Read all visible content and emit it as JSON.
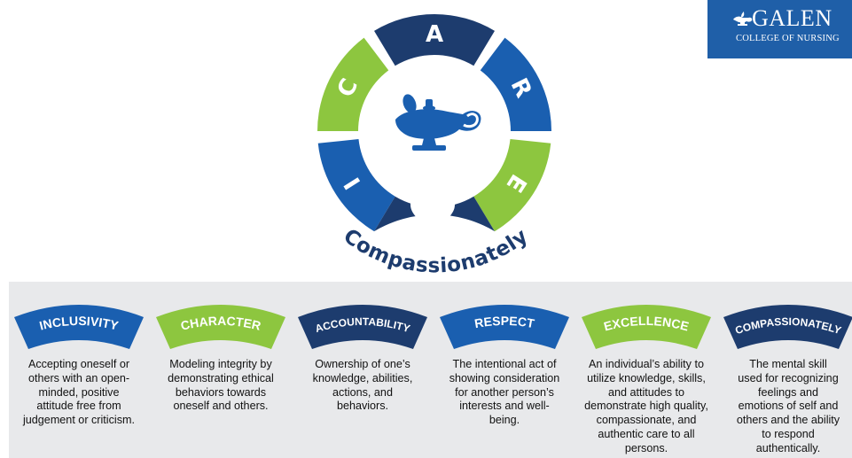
{
  "logo": {
    "name": "GALEN",
    "subtitle": "COLLEGE OF NURSING"
  },
  "wheel": {
    "letters": [
      "A",
      "R",
      "E",
      "I",
      "C"
    ],
    "arc_text": "Compassionately"
  },
  "values": [
    {
      "title": "INCLUSIVITY",
      "color": "#1a5fb0",
      "description": [
        "Accepting oneself or",
        "others with an open-",
        "minded, positive",
        "attitude free from",
        "judgement or criticism."
      ]
    },
    {
      "title": "CHARACTER",
      "color": "#8dc63f",
      "description": [
        "Modeling integrity by",
        "demonstrating ethical",
        "behaviors towards",
        "oneself and others."
      ]
    },
    {
      "title": "ACCOUNTABILITY",
      "color": "#1d3c6e",
      "description": [
        "Ownership of one’s",
        "knowledge, abilities,",
        "actions, and",
        "behaviors."
      ]
    },
    {
      "title": "RESPECT",
      "color": "#1a5fb0",
      "description": [
        "The intentional act of",
        "showing consideration",
        "for another person’s",
        "interests and well-",
        "being."
      ]
    },
    {
      "title": "EXCELLENCE",
      "color": "#8dc63f",
      "description": [
        "An individual’s ability to",
        "utilize knowledge, skills,",
        "and attitudes to",
        "demonstrate high quality,",
        "compassionate, and",
        "authentic care to all",
        "persons."
      ]
    },
    {
      "title": "COMPASSIONATELY",
      "color": "#1d3c6e",
      "description": [
        "The mental skill",
        "used for recognizing",
        "feelings and",
        "emotions of self and",
        "others and the ability",
        "to respond",
        "authentically."
      ]
    }
  ],
  "colors": {
    "navy": "#1d3c6e",
    "blue": "#1a5fb0",
    "green": "#8dc63f",
    "band": "#e8e9eb"
  }
}
